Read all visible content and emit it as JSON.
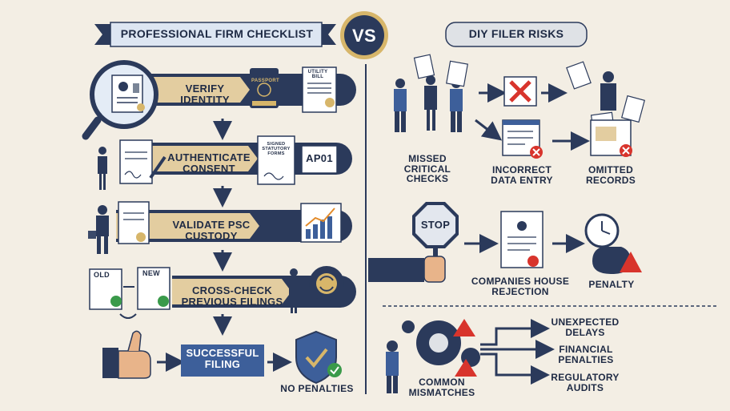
{
  "left_banner": {
    "title": "PROFESSIONAL FIRM CHECKLIST"
  },
  "vs_badge": {
    "label": "VS"
  },
  "right_banner": {
    "title": "DIY FILER RISKS"
  },
  "left_steps": [
    {
      "label_line1": "VERIFY",
      "label_line2": "IDENTITY"
    },
    {
      "label_line1": "AUTHENTICATE",
      "label_line2": "CONSENT"
    },
    {
      "label_line1": "VALIDATE PSC",
      "label_line2": "CUSTODY"
    },
    {
      "label_line1": "CROSS-CHECK",
      "label_line2": "PREVIOUS FILINGS"
    }
  ],
  "documents": {
    "passport": "PASSPORT",
    "utility_line1": "UTILITY",
    "utility_line2": "BILL",
    "statutory_line1": "SIGNED",
    "statutory_line2": "STATUTORY",
    "statutory_line3": "FORMS",
    "ap01": "AP01",
    "old_doc": "OLD",
    "new_doc": "NEW"
  },
  "success": {
    "line1": "SUCCESSFUL",
    "line2": "FILING"
  },
  "no_penalties": {
    "label": "NO PENALTIES"
  },
  "diy_row1": {
    "missed_line1": "MISSED",
    "missed_line2": "CRITICAL",
    "missed_line3": "CHECKS",
    "incorrect_line1": "INCORRECT",
    "incorrect_line2": "DATA ENTRY",
    "omitted_line1": "OMITTED",
    "omitted_line2": "RECORDS"
  },
  "diy_row2": {
    "stop_sign": "STOP",
    "rejection_line1": "COMPANIES HOUSE",
    "rejection_line2": "REJECTION",
    "penalty": "PENALTY"
  },
  "diy_row3": {
    "mismatch_line1": "COMMON",
    "mismatch_line2": "MISMATCHES",
    "outcomes": [
      {
        "line1": "UNEXPECTED",
        "line2": "DELAYS"
      },
      {
        "line1": "FINANCIAL",
        "line2": "PENALTIES"
      },
      {
        "line1": "REGULATORY",
        "line2": "AUDITS"
      }
    ]
  },
  "colors": {
    "navy": "#2b3a5b",
    "tan": "#e3cda0",
    "blue": "#3d5f9a",
    "red": "#d8342c",
    "green": "#3a9a4a",
    "background": "#f3eee4"
  }
}
